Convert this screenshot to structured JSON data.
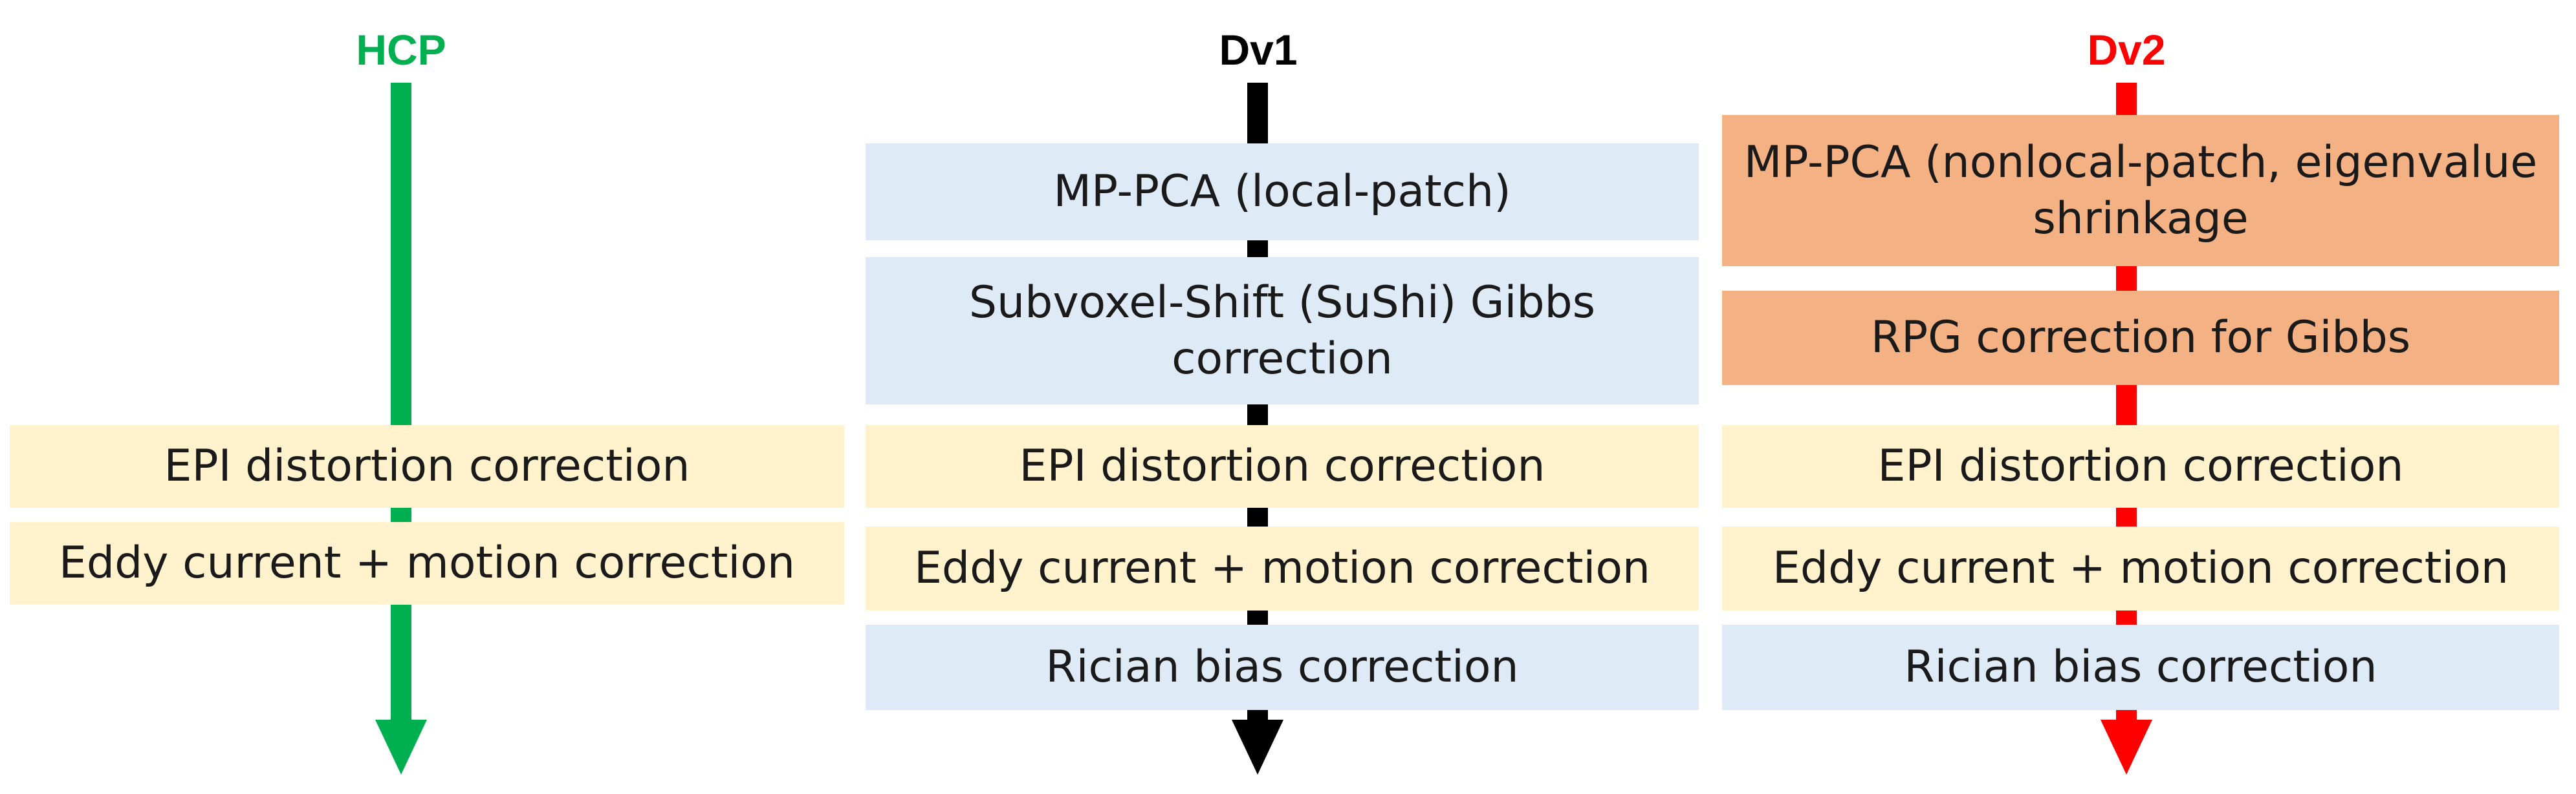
{
  "colors": {
    "hcp": "#00b050",
    "dv1": "#000000",
    "dv2": "#ff0000",
    "yellow_box": "#fff2cc",
    "blue_box": "#deeaf6",
    "orange_box": "#f4b183"
  },
  "pipelines": [
    {
      "title": "HCP",
      "steps": [
        "EPI distortion correction",
        "Eddy current + motion correction"
      ]
    },
    {
      "title": "Dv1",
      "steps": [
        "MP-PCA (local-patch)",
        "Subvoxel-Shift (SuShi) Gibbs correction",
        "EPI distortion correction",
        "Eddy current + motion correction",
        "Rician bias correction"
      ]
    },
    {
      "title": "Dv2",
      "steps": [
        "MP-PCA (nonlocal-patch, eigenvalue shrinkage",
        "RPG correction for Gibbs",
        "EPI distortion correction",
        "Eddy current + motion correction",
        "Rician bias correction"
      ]
    }
  ]
}
